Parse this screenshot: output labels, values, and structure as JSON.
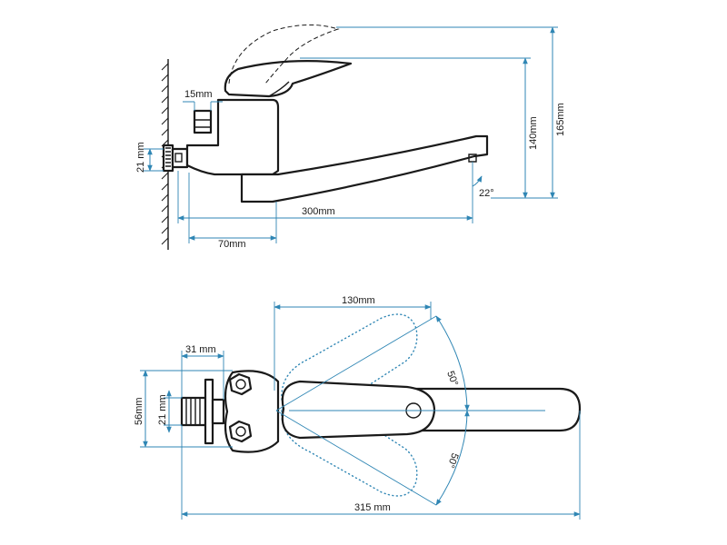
{
  "labels": {
    "side": {
      "d15": "15mm",
      "d21": "21 mm",
      "d140": "140mm",
      "d165": "165mm",
      "d300": "300mm",
      "d70": "70mm",
      "a22": "22°"
    },
    "top": {
      "d130": "130mm",
      "d31": "31 mm",
      "d56": "56mm",
      "d21": "21 mm",
      "a50a": "50°",
      "a50b": "50°",
      "d315": "315 mm"
    }
  },
  "colors": {
    "dimension": "#2f86b4",
    "outline": "#1a1a1a"
  }
}
